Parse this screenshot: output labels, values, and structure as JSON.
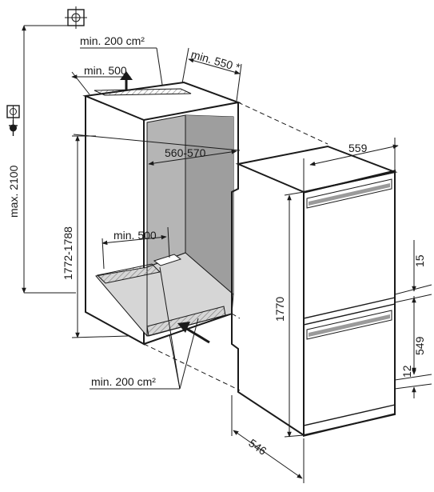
{
  "labels": {
    "max_height": "max. 2100",
    "vent_top_area": "min. 200 cm²",
    "vent_top_width": "min. 500",
    "niche_depth": "min. 550 *",
    "niche_width": "560-570",
    "niche_height": "1772-1788",
    "vent_inner_width": "min. 500",
    "vent_bottom_area": "min. 200 cm²",
    "appliance_width": "559",
    "appliance_height": "1770",
    "gap_top": "15",
    "lower_door_height": "549",
    "gap_bottom": "12",
    "appliance_depth": "546"
  },
  "colors": {
    "line": "#1a1a1a",
    "niche_shade": "#b5b5b5",
    "floor_shade": "#d6d6d6",
    "grille": "#9a9a9a"
  },
  "icons": [
    "socket-icon",
    "plug-icon",
    "crosshair-icon",
    "arrow-up-icon",
    "arrow-in-icon"
  ]
}
